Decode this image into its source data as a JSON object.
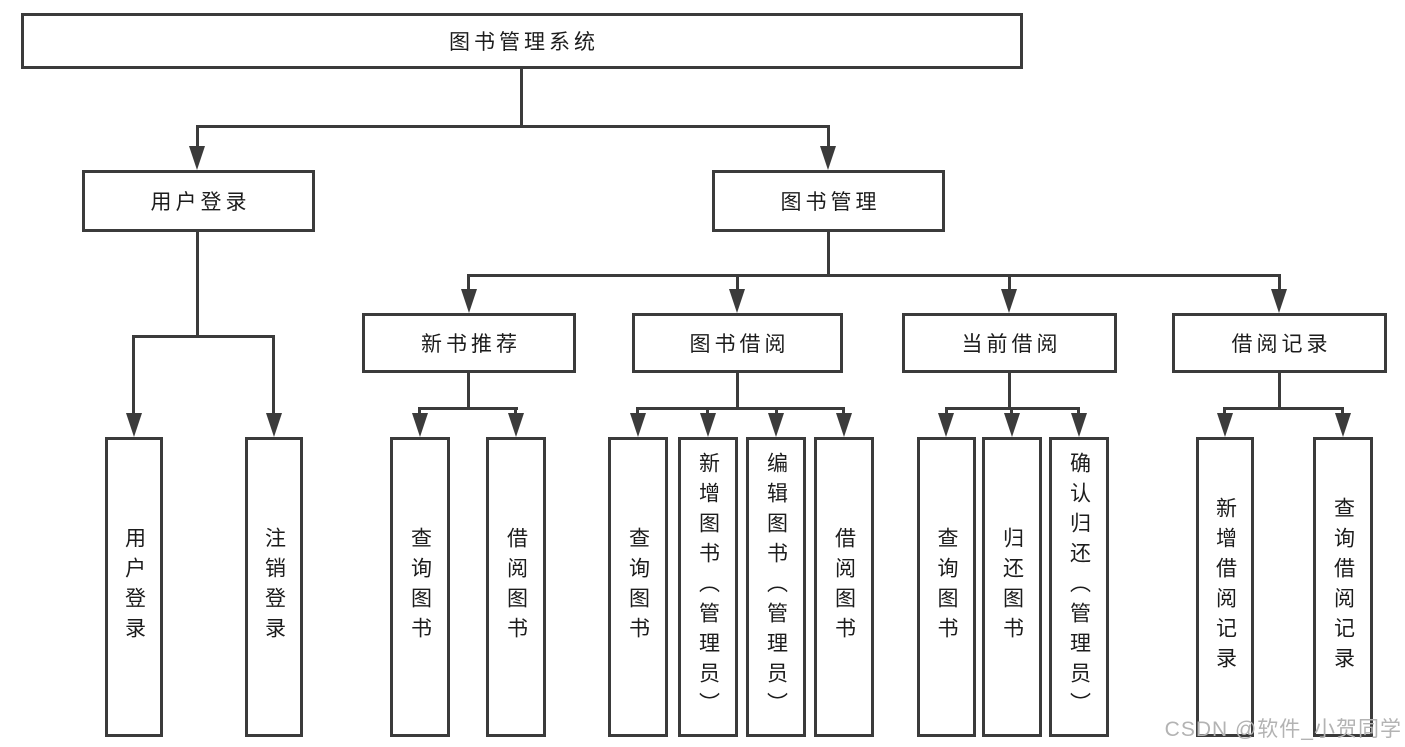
{
  "diagram": {
    "tree": {
      "root": {
        "label": "图书管理系统"
      },
      "children": [
        {
          "label": "用户登录",
          "children": [
            {
              "label": "用户登录"
            },
            {
              "label": "注销登录"
            }
          ]
        },
        {
          "label": "图书管理",
          "children": [
            {
              "label": "新书推荐",
              "children": [
                {
                  "label": "查询图书"
                },
                {
                  "label": "借阅图书"
                }
              ]
            },
            {
              "label": "图书借阅",
              "children": [
                {
                  "label": "查询图书"
                },
                {
                  "label": "新增图书（管理员）"
                },
                {
                  "label": "编辑图书（管理员）"
                },
                {
                  "label": "借阅图书"
                }
              ]
            },
            {
              "label": "当前借阅",
              "children": [
                {
                  "label": "查询图书"
                },
                {
                  "label": "归还图书"
                },
                {
                  "label": "确认归还（管理员）"
                }
              ]
            },
            {
              "label": "借阅记录",
              "children": [
                {
                  "label": "新增借阅记录"
                },
                {
                  "label": "查询借阅记录"
                }
              ]
            }
          ]
        }
      ]
    }
  },
  "watermark": {
    "text": "CSDN @软件_小贺同学"
  },
  "colors": {
    "line": "#3b3b3b",
    "text": "#1c1c1c",
    "background": "#ffffff",
    "watermark": "#b3b3b3"
  }
}
